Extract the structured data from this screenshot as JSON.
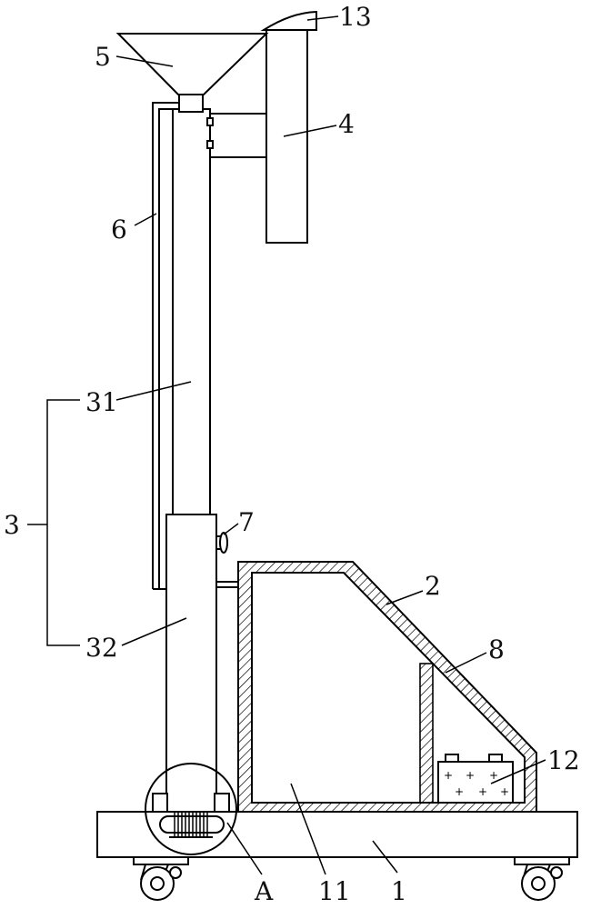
{
  "labels": {
    "l13": "13",
    "l5": "5",
    "l4": "4",
    "l6": "6",
    "l31": "31",
    "l3": "3",
    "l7": "7",
    "l2": "2",
    "l32": "32",
    "l8": "8",
    "l12": "12",
    "lA": "A",
    "l11": "11",
    "l1": "1"
  },
  "colors": {
    "stroke": "#000000",
    "text": "#111111",
    "background": "#ffffff"
  }
}
